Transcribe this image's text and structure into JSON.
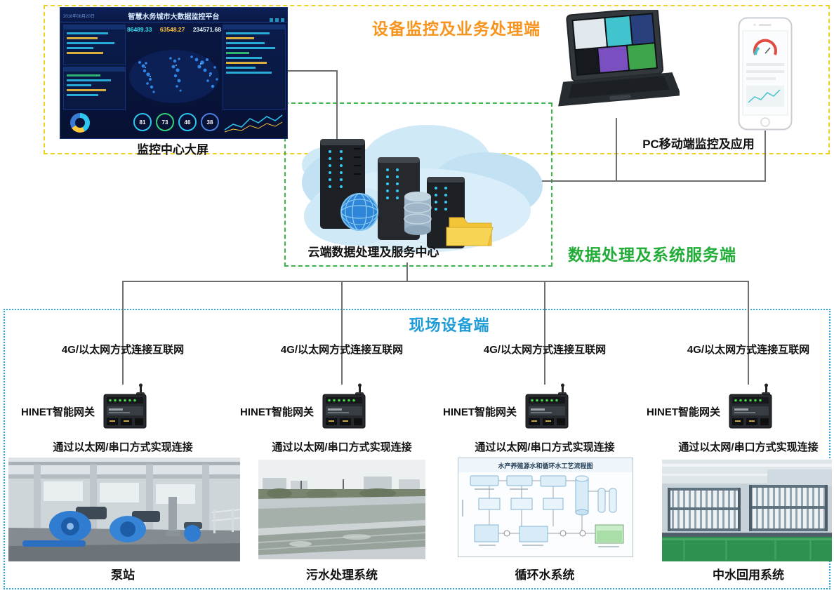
{
  "sections": {
    "monitor": {
      "title": "设备监控及业务处理端",
      "dashboard_label": "监控中心大屏",
      "pc_mobile_label": "PC移动端监控及应用"
    },
    "cloud": {
      "caption": "云端数据处理及服务中心",
      "side_title": "数据处理及系统服务端"
    },
    "field": {
      "title": "现场设备端",
      "columns": [
        {
          "internet_text": "4G/以太网方式连接互联网",
          "gateway_label": "HINET智能网关",
          "device_link_text": "通过以太网/串口方式实现连接",
          "system_name": "泵站"
        },
        {
          "internet_text": "4G/以太网方式连接互联网",
          "gateway_label": "HINET智能网关",
          "device_link_text": "通过以太网/串口方式实现连接",
          "system_name": "污水处理系统"
        },
        {
          "internet_text": "4G/以太网方式连接互联网",
          "gateway_label": "HINET智能网关",
          "device_link_text": "通过以太网/串口方式实现连接",
          "system_name": "循环水系统"
        },
        {
          "internet_text": "4G/以太网方式连接互联网",
          "gateway_label": "HINET智能网关",
          "device_link_text": "通过以太网/串口方式实现连接",
          "system_name": "中水回用系统"
        }
      ]
    }
  },
  "dashboard": {
    "header_title": "智慧水务城市大数据监控平台",
    "date_text": "2018年08月20日",
    "stat_values": [
      "86489.33",
      "63548.27",
      "234571.68"
    ],
    "gauge_values": [
      "81",
      "73",
      "46",
      "38"
    ]
  },
  "flow_diagram": {
    "title": "水产养殖源水和循环水工艺流程图"
  },
  "colors": {
    "monitor_border": "#f0d322",
    "monitor_title": "#f7941d",
    "cloud_border": "#3cb54a",
    "cloud_title": "#22ac38",
    "field_border": "#2aace3",
    "field_title": "#1e9cd7"
  }
}
